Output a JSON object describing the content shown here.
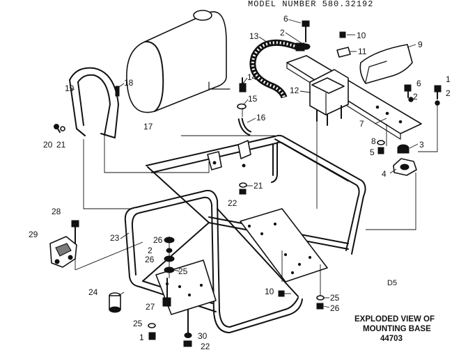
{
  "header": {
    "model_line": "MODEL NUMBER 580.32192"
  },
  "page_code": "D5",
  "caption": {
    "line1": "EXPLODED VIEW OF",
    "line2": "MOUNTING BASE",
    "line3": "44703"
  },
  "callouts": {
    "c1a": "1",
    "c1b": "1",
    "c2a": "2",
    "c2b": "2",
    "c2c": "2",
    "c2d": "2",
    "c3": "3",
    "c4": "4",
    "c5": "5",
    "c6a": "6",
    "c6b": "6",
    "c7": "7",
    "c8": "8",
    "c9": "9",
    "c10a": "10",
    "c10b": "10",
    "c11": "11",
    "c12": "12",
    "c13": "13",
    "c14": "14",
    "c15": "15",
    "c16": "16",
    "c17": "17",
    "c18": "18",
    "c19": "19",
    "c20": "20",
    "c21a": "21",
    "c21b": "21",
    "c22a": "22",
    "c22b": "22",
    "c23": "23",
    "c24": "24",
    "c25a": "25",
    "c25b": "25",
    "c25c": "25",
    "c26a": "26",
    "c26b": "26",
    "c26c": "26",
    "c27": "27",
    "c28": "28",
    "c29": "29",
    "c30": "30"
  }
}
